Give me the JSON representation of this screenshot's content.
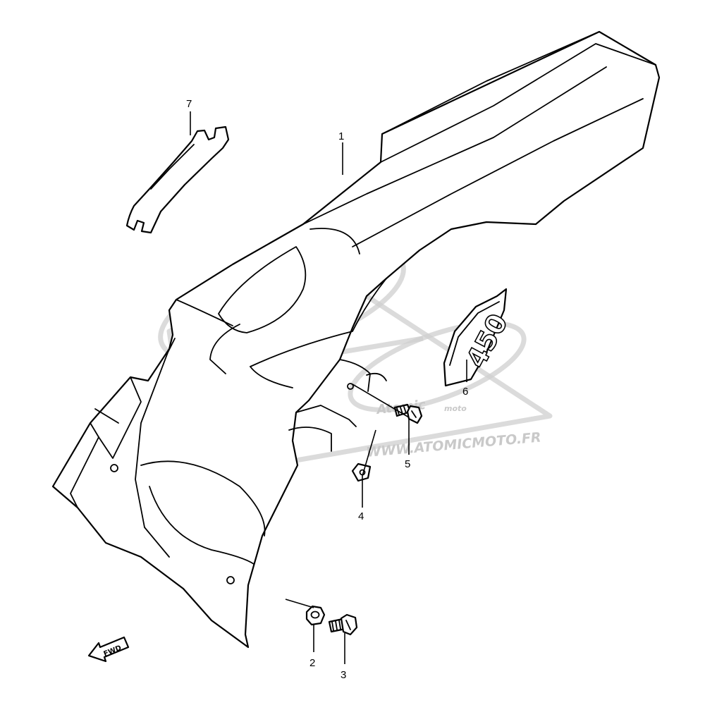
{
  "watermark": {
    "brand": "Atomic",
    "brand_sub": "moto",
    "url": "WWW.ATOMICMOTO.FR",
    "color": "#c9c9c9"
  },
  "callouts": [
    {
      "id": "1",
      "label": "1"
    },
    {
      "id": "2",
      "label": "2"
    },
    {
      "id": "3",
      "label": "3"
    },
    {
      "id": "4",
      "label": "4"
    },
    {
      "id": "5",
      "label": "5"
    },
    {
      "id": "6",
      "label": "6"
    },
    {
      "id": "7",
      "label": "7"
    }
  ],
  "emblem": {
    "text": "450"
  },
  "direction_arrow": {
    "label": "FWD"
  }
}
